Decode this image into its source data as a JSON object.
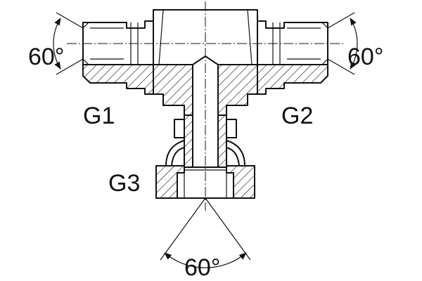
{
  "labels": {
    "g1": "G1",
    "g2": "G2",
    "g3": "G3",
    "angle_left": "60°",
    "angle_right": "60°",
    "angle_bottom": "60°"
  }
}
